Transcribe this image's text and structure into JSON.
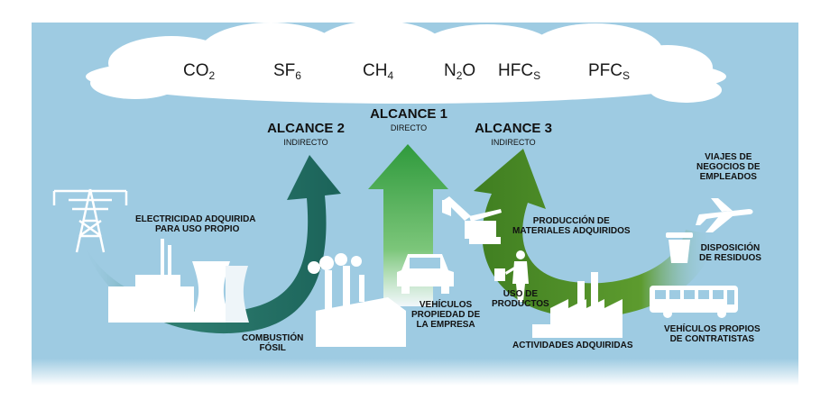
{
  "gases": [
    {
      "base": "CO",
      "sub": "2"
    },
    {
      "base": "SF",
      "sub": "6"
    },
    {
      "base": "CH",
      "sub": "4"
    },
    {
      "base": "N",
      "sub": "2",
      "tail": "O"
    },
    {
      "base": "HFC",
      "sub": "S"
    },
    {
      "base": "PFC",
      "sub": "S"
    }
  ],
  "scopes": {
    "scope1": {
      "title": "ALCANCE 1",
      "subtitle": "DIRECTO"
    },
    "scope2": {
      "title": "ALCANCE 2",
      "subtitle": "INDIRECTO"
    },
    "scope3": {
      "title": "ALCANCE 3",
      "subtitle": "INDIRECTO"
    }
  },
  "sources": {
    "electricity": [
      "ELECTRICIDAD ADQUIRIDA",
      "PARA USO PROPIO"
    ],
    "combustion": [
      "COMBUSTIÓN",
      "FÓSIL"
    ],
    "company_vehicles": [
      "VEHÍCULOS",
      "PROPIEDAD DE",
      "LA EMPRESA"
    ],
    "product_use": [
      "USO DE",
      "PRODUCTOS"
    ],
    "production": [
      "PRODUCCIÓN DE",
      "MATERIALES ADQUIRIDOS"
    ],
    "outsourced": [
      "ACTIVIDADES ADQUIRIDAS"
    ],
    "business_travel": [
      "VIAJES DE",
      "NEGOCIOS DE",
      "EMPLEADOS"
    ],
    "waste": [
      "DISPOSICIÓN",
      "DE RESIDUOS"
    ],
    "contractor_vehicles": [
      "VEHÍCULOS PROPIOS",
      "DE CONTRATISTAS"
    ]
  },
  "colors": {
    "sky": "#9ecbe2",
    "cloud": "#ffffff",
    "scope1_arrow": "#4cb24a",
    "scope2_arrow": "#1f6e63",
    "scope3_arrow": "#4f8f2a",
    "icons": "#ffffff"
  }
}
